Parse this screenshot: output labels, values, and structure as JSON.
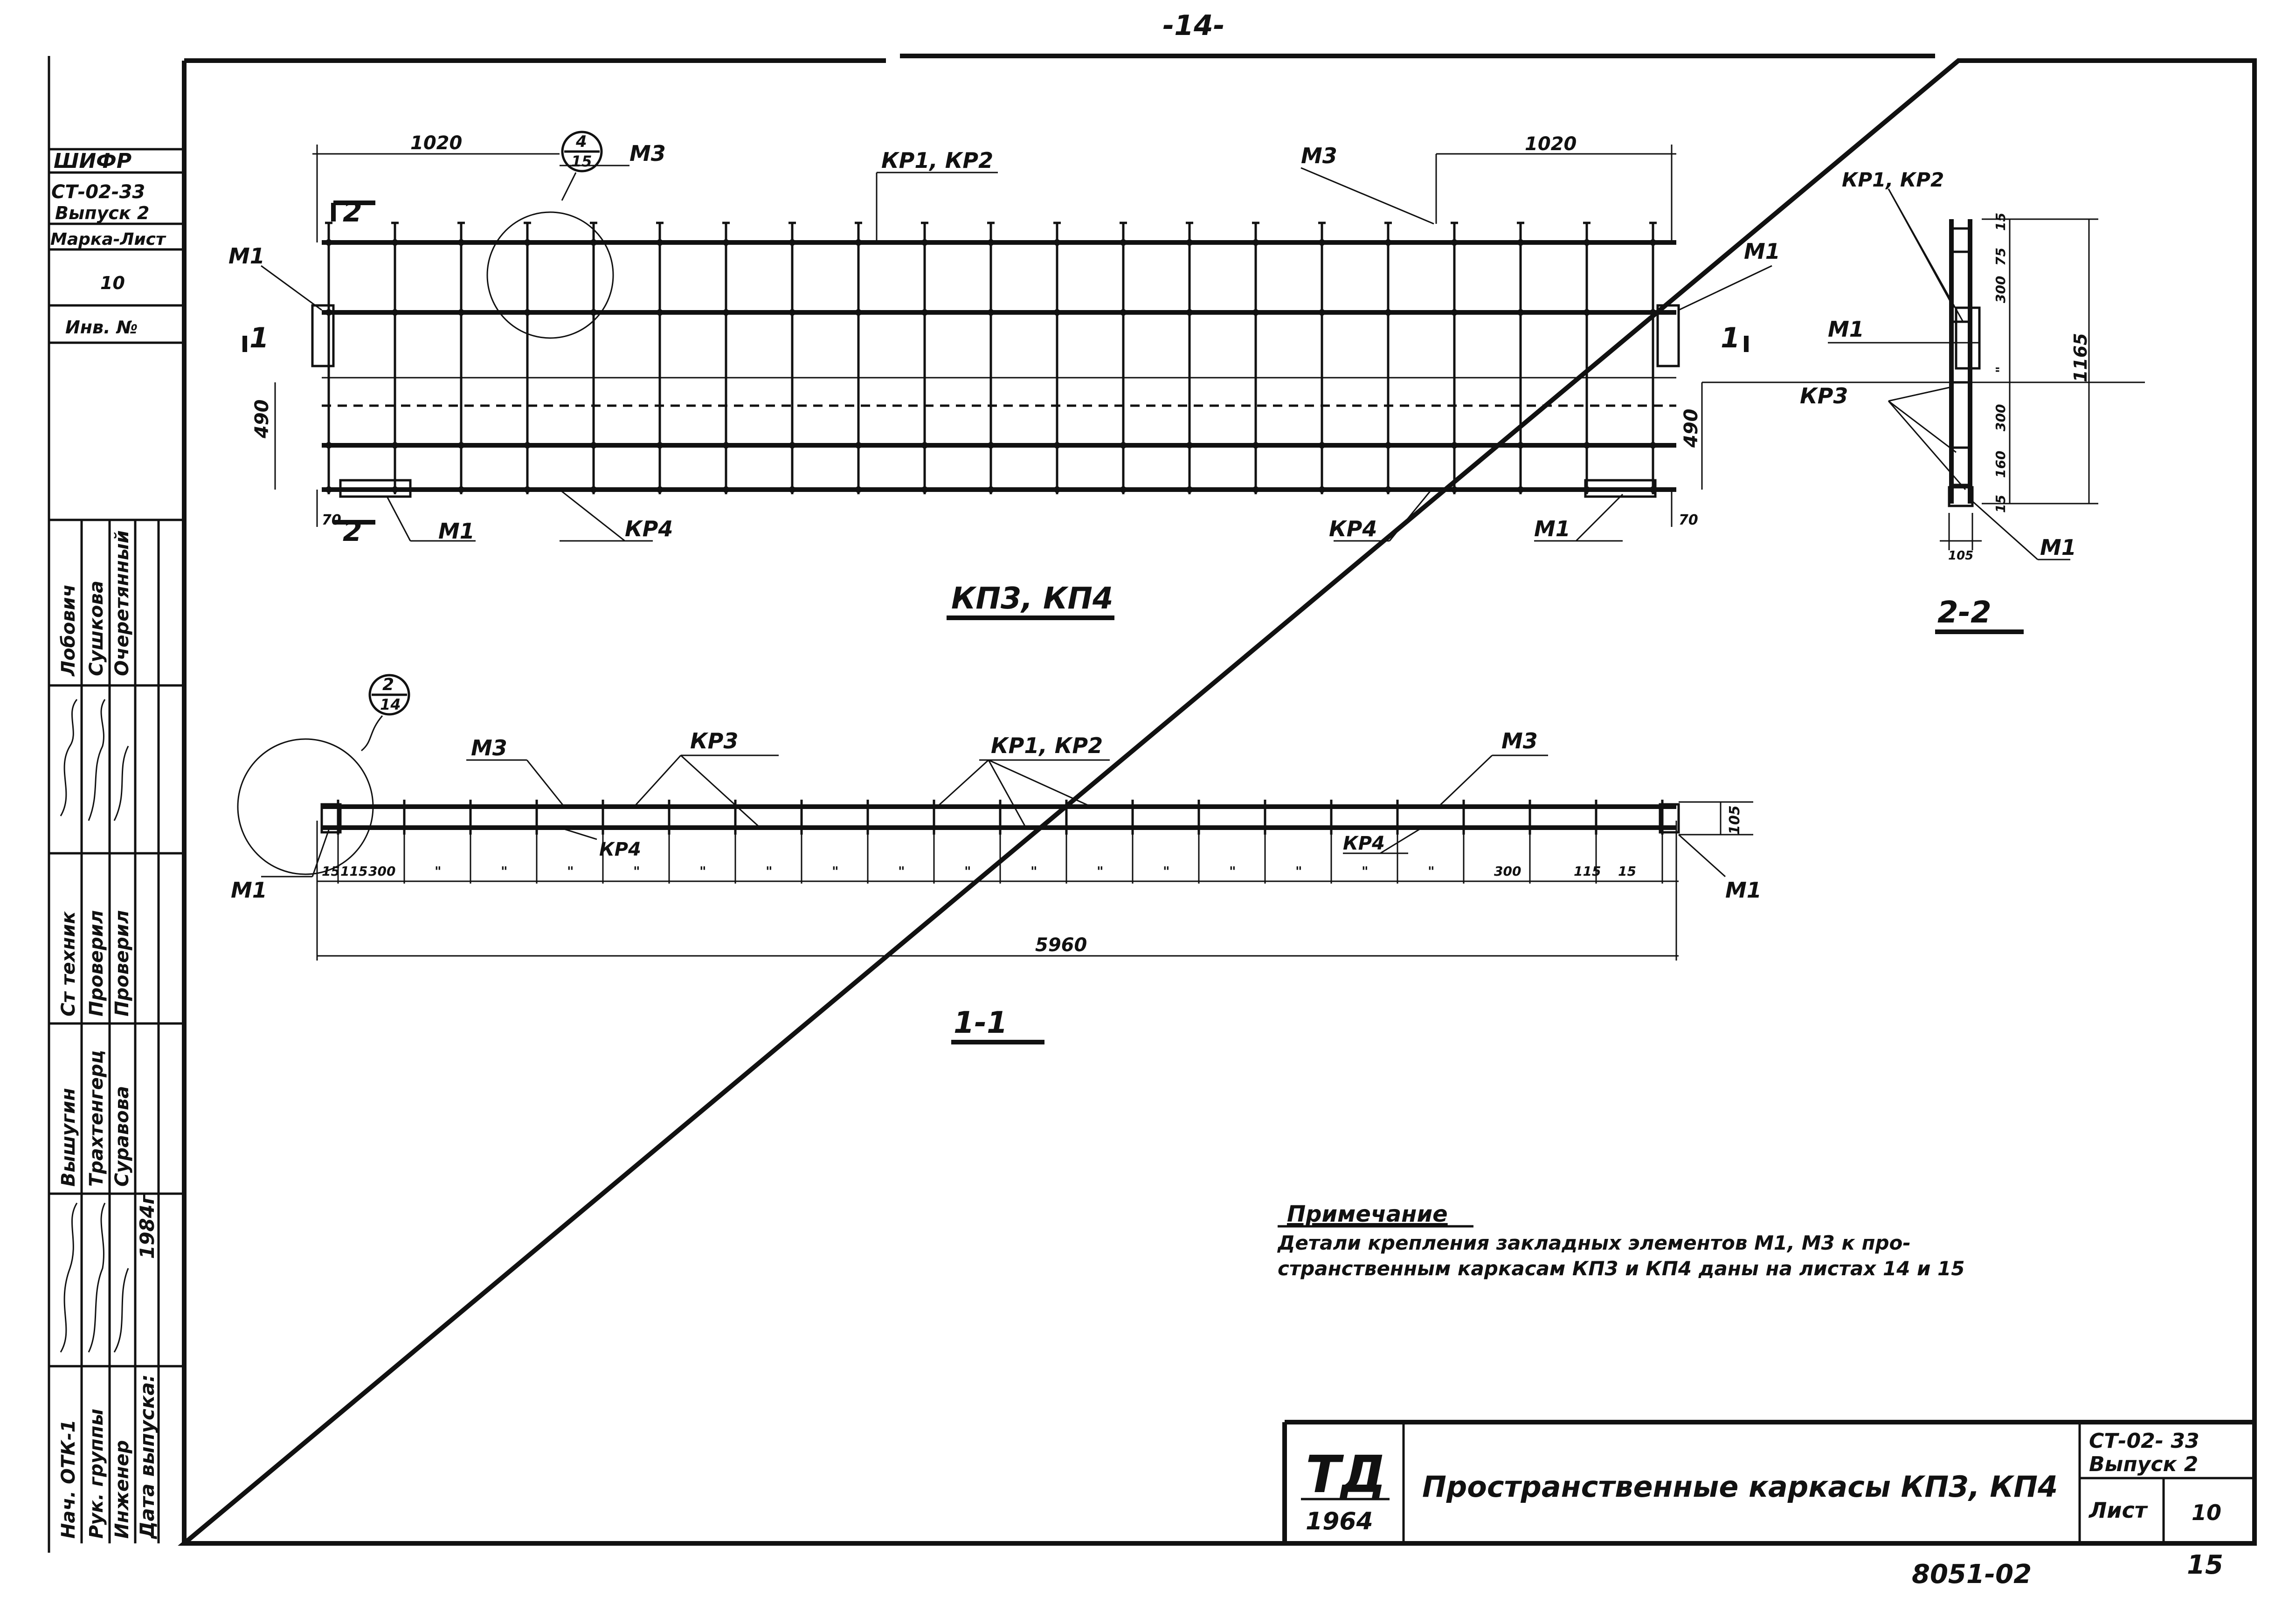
{
  "page_number": "-14-",
  "side_stamp": {
    "org": "ШИФР",
    "code": "СТ-02-33",
    "issue": "Выпуск 2",
    "mark_label": "Марка-Лист",
    "mark_value": "10",
    "inv_label": "Инв. №",
    "col_titles_1": [
      "Лобович",
      "Сушкова",
      "Очеретянный"
    ],
    "col_roles_1": [
      "Ст техник",
      "Проверил",
      "Проверил"
    ],
    "col_titles_2": [
      "Вышугин",
      "Трахтенгерц",
      "Суравова"
    ],
    "col_roles_2": [
      "Нач. ОТК-1",
      "Рук. группы",
      "Инженер"
    ],
    "issue_date_label": "Дата выпуска:",
    "issue_date_value": "1984г"
  },
  "views": {
    "plan": {
      "title": "КП3, КП4",
      "labels": {
        "m3": "М3",
        "m1": "М1",
        "kr12": "КР1, КР2",
        "kr4": "КР4",
        "callout_top": "4",
        "callout_bottom": "15",
        "section_1": "1",
        "section_2": "2"
      },
      "dims": {
        "left_top": "1020",
        "right_top": "1020",
        "left_height": "490",
        "right_height": "490",
        "left_bottom": "70",
        "right_bottom": "70"
      }
    },
    "section_1_1": {
      "title": "1-1",
      "labels": {
        "m3": "М3",
        "kr3": "КР3",
        "kr12": "КР1, КР2",
        "kr4": "КР4",
        "m1": "М1",
        "callout_top": "2",
        "callout_bottom": "14"
      },
      "dims": {
        "spacing": [
          "15",
          "115",
          "300",
          "\"",
          "\"",
          "\"",
          "\"",
          "\"",
          "\"",
          "\"",
          "\"",
          "\"",
          "\"",
          "\"",
          "\"",
          "\"",
          "\"",
          "\"",
          "\"",
          "300",
          "115",
          "15"
        ],
        "total": "5960",
        "height": "105"
      }
    },
    "section_2_2": {
      "title": "2-2",
      "labels": {
        "kr12": "КР1, КР2",
        "m1": "М1",
        "kr3": "КР3"
      },
      "dims": {
        "stack": [
          "15",
          "75",
          "300",
          "\"",
          "300",
          "160",
          "15"
        ],
        "total": "1165",
        "width": "105"
      }
    }
  },
  "note": {
    "heading": "Примечание",
    "line1": "Детали крепления закладных элементов М1, М3 к про-",
    "line2": "странственным каркасам КП3 и КП4 даны на листах 14 и 15"
  },
  "title_block": {
    "logo": "ТД",
    "year": "1964",
    "title": "Пространственные каркасы КП3, КП4",
    "code": "СТ-02- 33",
    "issue": "Выпуск 2",
    "sheet_label": "Лист",
    "sheet_value": "10"
  },
  "footer": {
    "number": "8051-02",
    "page": "15"
  }
}
